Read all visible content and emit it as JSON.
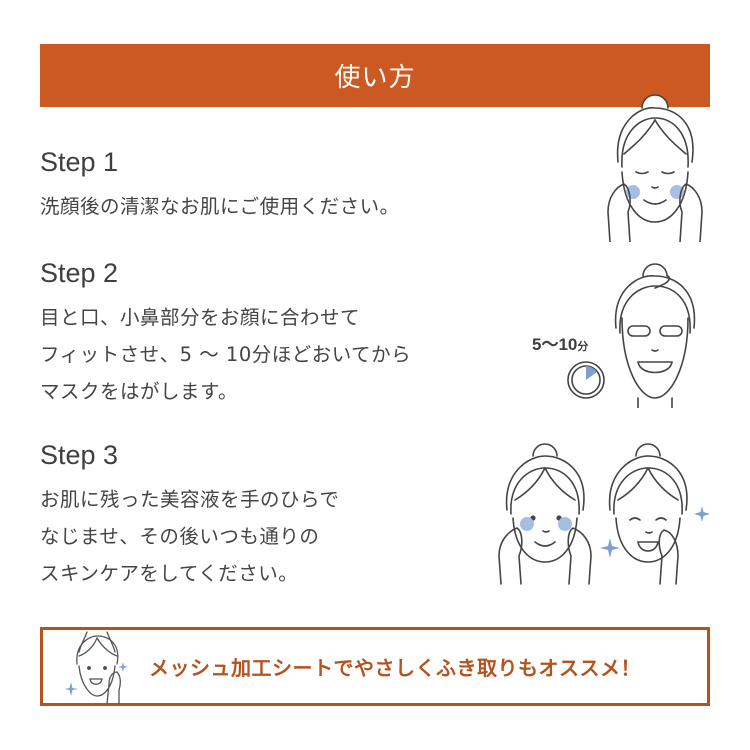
{
  "header": {
    "title": "使い方"
  },
  "steps": [
    {
      "title": "Step 1",
      "lines": [
        "洗顔後の清潔なお肌にご使用ください。"
      ]
    },
    {
      "title": "Step 2",
      "lines": [
        "目と口、小鼻部分をお顔に合わせて",
        "フィットさせ、5 ～ 10分ほどおいてから",
        "マスクをはがします。"
      ]
    },
    {
      "title": "Step 3",
      "lines": [
        "お肌に残った美容液を手のひらで",
        "なじませ、その後いつも通りの",
        "スキンケアをしてください。"
      ]
    }
  ],
  "timer": {
    "label_main": "5～10",
    "label_unit": "分"
  },
  "tip": {
    "text": "メッシュ加工シートでやさしくふき取りもオススメ！"
  },
  "colors": {
    "accent": "#cc5922",
    "tip_border": "#b4531f",
    "highlight_blue": "#7f9fd0"
  }
}
